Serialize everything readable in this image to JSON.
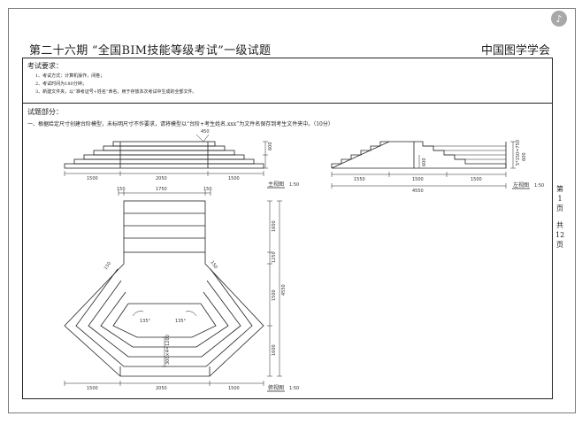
{
  "header": {
    "title": "第二十六期 “全国BIM技能等级考试”一级试题",
    "organization": "中国图学学会",
    "badge_icon": "share-icon",
    "badge_glyph": "♪"
  },
  "requirements": {
    "title": "考试要求：",
    "items": [
      "1、考试方式：计算机操作，闭卷；",
      "2、考试时间为180分钟；",
      "3、新建文件夹，以“准考证号+姓名”命名，用于存放本次考试中生成的全部文件。"
    ]
  },
  "section": {
    "title": "试题部分：",
    "question": "一、根据给定尺寸创建台阶模型，未标明尺寸不作要求，请将模型以“台阶+考生姓名.xxx”为文件名保存到考生文件夹中。（10分）"
  },
  "page_indicator": [
    "第",
    "1",
    "页",
    "共",
    "12",
    "页"
  ],
  "drawings": {
    "front": {
      "label": "主视图",
      "scale": "1:50",
      "dims": [
        "1500",
        "2050",
        "1500"
      ],
      "heights": [
        "450",
        "600"
      ]
    },
    "left": {
      "label": "左视图",
      "scale": "1:50",
      "dims": [
        "1550",
        "1500",
        "1500"
      ],
      "total": "4550",
      "heights": [
        "5*150=750",
        "600",
        "600"
      ]
    },
    "plan": {
      "label": "俯视图",
      "scale": "1:50",
      "top_dims": [
        "150",
        "1750",
        "150"
      ],
      "bottom_dims": [
        "1500",
        "2050",
        "1500"
      ],
      "right_dims": [
        "1600",
        "1250",
        "1500",
        "1600"
      ],
      "right_total": "4550",
      "tread_note": "300×4=1200",
      "angles": [
        "135°",
        "135°"
      ],
      "side_labels": [
        "150",
        "150"
      ]
    }
  }
}
